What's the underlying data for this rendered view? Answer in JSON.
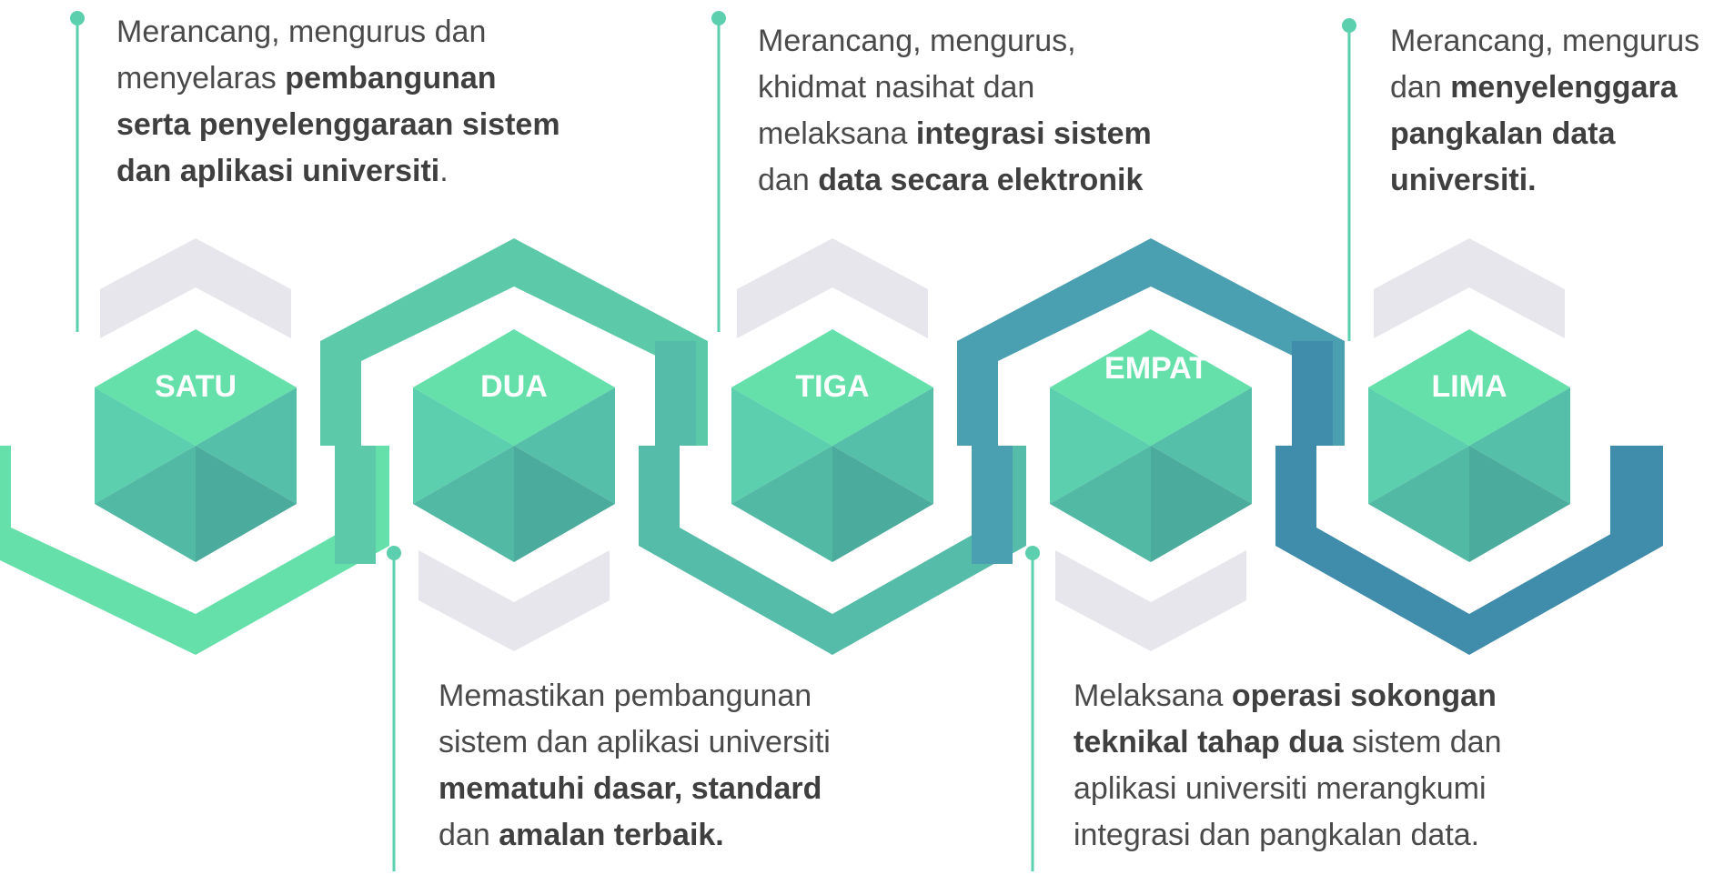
{
  "steps": [
    {
      "label": "SATU",
      "description": [
        {
          "t": "Merancang, mengurus dan menyelaras ",
          "b": false
        },
        {
          "t": "pembangunan serta penyelenggaraan sistem dan aplikasi universiti",
          "b": true
        },
        {
          "t": ".",
          "b": false
        }
      ]
    },
    {
      "label": "DUA",
      "description": [
        {
          "t": "Memastikan pembangunan sistem dan aplikasi universiti ",
          "b": false
        },
        {
          "t": "mematuhi dasar, standard",
          "b": true
        },
        {
          "t": " dan ",
          "b": false
        },
        {
          "t": "amalan terbaik.",
          "b": true
        }
      ]
    },
    {
      "label": "TIGA",
      "description": [
        {
          "t": "Merancang, mengurus, khidmat nasihat dan melaksana ",
          "b": false
        },
        {
          "t": "integrasi sistem",
          "b": true
        },
        {
          "t": " dan ",
          "b": false
        },
        {
          "t": "data secara elektronik",
          "b": true
        }
      ]
    },
    {
      "label": "EMPAT",
      "description": [
        {
          "t": "Melaksana ",
          "b": false
        },
        {
          "t": "operasi sokongan teknikal tahap dua",
          "b": true
        },
        {
          "t": " sistem dan aplikasi universiti merangkumi integrasi dan pangkalan data.",
          "b": false
        }
      ]
    },
    {
      "label": "LIMA",
      "description": [
        {
          "t": "Merancang, mengurus dan ",
          "b": false
        },
        {
          "t": "menyelenggara pangkalan data universiti.",
          "b": true
        }
      ]
    }
  ],
  "colors": {
    "band": [
      "#66e0ab",
      "#5ccaa8",
      "#55bca9",
      "#4aa0b0",
      "#3f8cab"
    ],
    "cube_top": "#66e0ab",
    "cube_left": "#5ccfae",
    "cube_right": "#55bfa9",
    "cube_bottom_left": "#52b9a4",
    "cube_bottom_right": "#4bab9c",
    "chevron": "#e6e6ec",
    "connector": "#5ccfae",
    "text": "#4a4a4a",
    "label": "#ffffff"
  }
}
